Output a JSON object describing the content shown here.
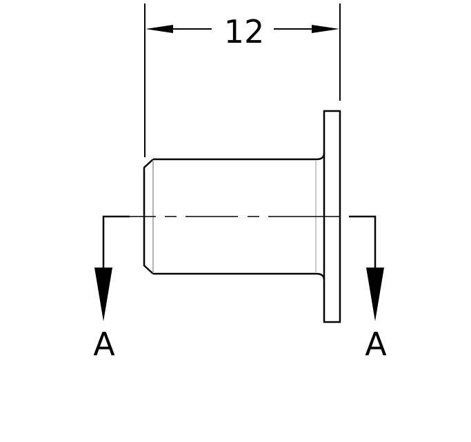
{
  "drawing": {
    "dimension": {
      "value": "12"
    },
    "section_labels": {
      "left": "A",
      "right": "A"
    },
    "colors": {
      "outline": "#000000",
      "tangent_edge": "#b4b4b4",
      "background": "#ffffff"
    }
  }
}
